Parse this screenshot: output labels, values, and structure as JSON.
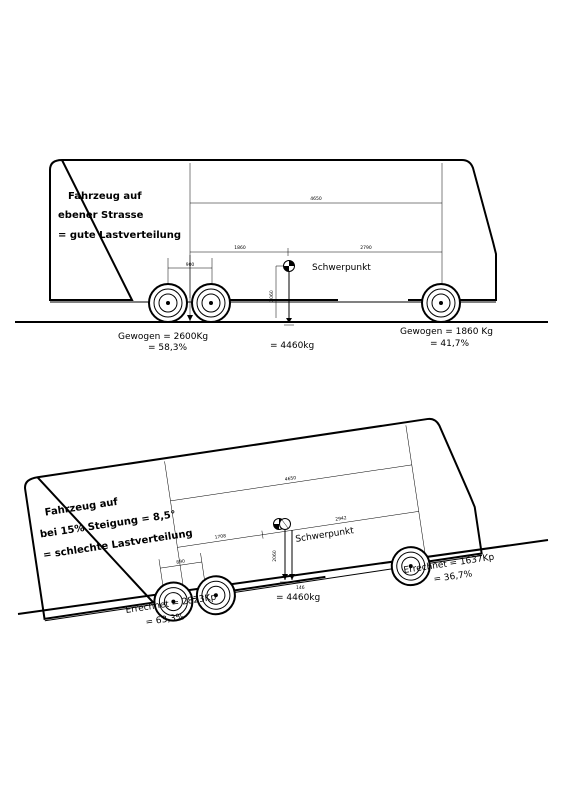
{
  "colors": {
    "ink": "#000000",
    "paper": "#ffffff"
  },
  "level": {
    "title_lines": [
      "Fahrzeug auf",
      "ebener Strasse",
      "= gute Lastverteilung"
    ],
    "dims": {
      "overall": "4650",
      "front_to_cg": "1860",
      "cg_to_rear": "2790",
      "tandem": "900",
      "cg_height": "2060"
    },
    "cg_label": "Schwerpunkt",
    "rear_axle": {
      "line1": "Gewogen = 2600Kg",
      "line2": "= 58,3%"
    },
    "front_axle": {
      "line1": "Gewogen = 1860 Kg",
      "line2": "= 41,7%"
    },
    "total": "= 4460kg"
  },
  "incline": {
    "title_lines": [
      "Fahrzeug auf",
      "bei 15% Steigung = 8,5°",
      "= schlechte Lastverteilung"
    ],
    "dims": {
      "overall": "4650",
      "front_to_cg": "1708",
      "cg_to_rear": "2942",
      "tandem": "890",
      "cg_height": "2060",
      "offset": "146"
    },
    "cg_label": "Schwerpunkt",
    "rear_axle": {
      "line1": "Errechnet = 2823Kp",
      "line2": "= 63,3%"
    },
    "front_axle": {
      "line1": "Errechnet = 1637Kp",
      "line2": "= 36,7%"
    },
    "total": "= 4460kg"
  }
}
